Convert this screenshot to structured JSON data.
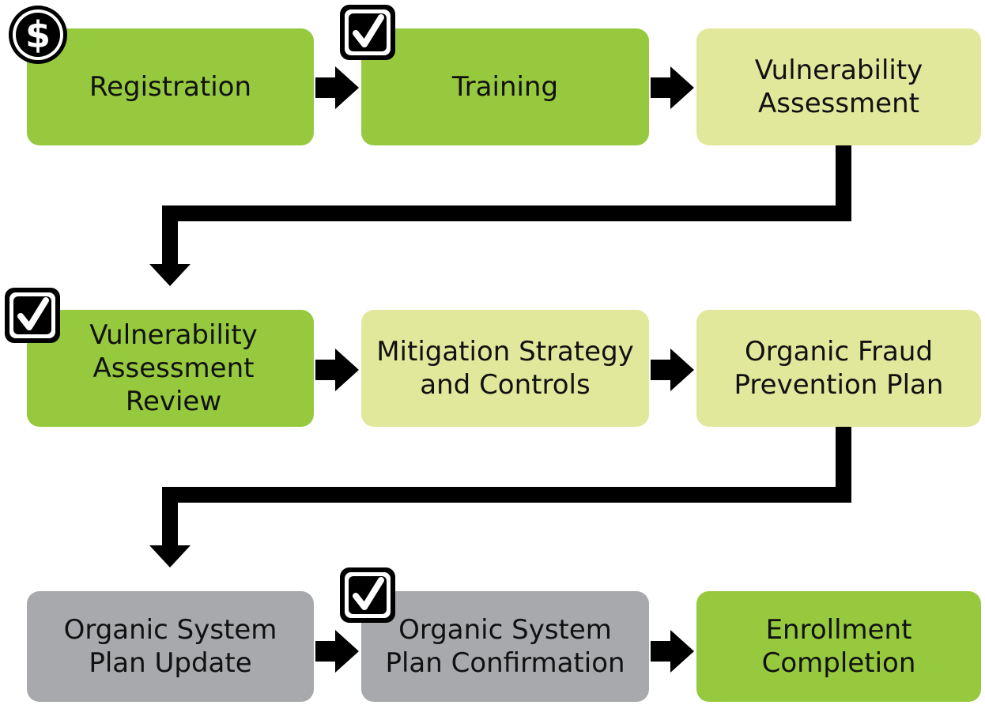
{
  "colors": {
    "complete": "#97c93e",
    "current": "#e2e89b",
    "pending": "#a7a9ac",
    "arrow": "#000000"
  },
  "steps": [
    {
      "label": "Registration",
      "status": "complete",
      "badge": "dollar-icon"
    },
    {
      "label": "Training",
      "status": "complete",
      "badge": "checkmark-icon"
    },
    {
      "label": "Vulnerability\nAssessment",
      "status": "current",
      "badge": null
    },
    {
      "label": "Vulnerability\nAssessment Review",
      "status": "complete",
      "badge": "checkmark-icon"
    },
    {
      "label": "Mitigation Strategy\nand Controls",
      "status": "current",
      "badge": null
    },
    {
      "label": "Organic Fraud\nPrevention Plan",
      "status": "current",
      "badge": null
    },
    {
      "label": "Organic System\nPlan Update",
      "status": "pending",
      "badge": null
    },
    {
      "label": "Organic System\nPlan Confirmation",
      "status": "pending",
      "badge": "checkmark-icon"
    },
    {
      "label": "Enrollment\nCompletion",
      "status": "complete",
      "badge": null
    }
  ]
}
